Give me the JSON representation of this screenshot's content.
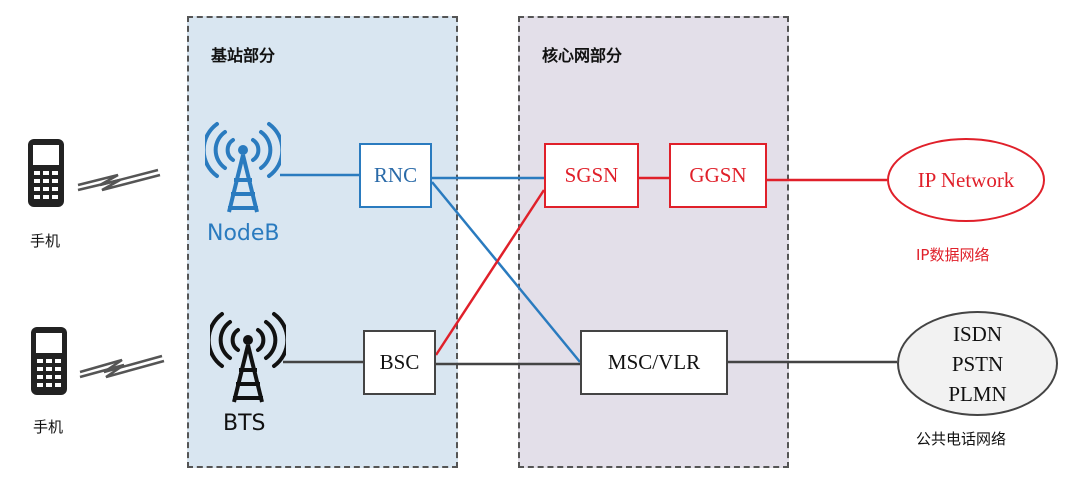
{
  "regions": {
    "base_station": {
      "title": "基站部分"
    },
    "core_network": {
      "title": "核心网部分"
    }
  },
  "devices": {
    "phone_top_label": "手机",
    "phone_bottom_label": "手机"
  },
  "stations": {
    "nodeb_label": "NodeB",
    "bts_label": "BTS"
  },
  "nodes": {
    "rnc": "RNC",
    "sgsn": "SGSN",
    "ggsn": "GGSN",
    "bsc": "BSC",
    "msc_vlr": "MSC/VLR"
  },
  "networks": {
    "ip_network": "IP Network",
    "ip_caption": "IP数据网络",
    "pstn_lines": [
      "ISDN",
      "PSTN",
      "PLMN"
    ],
    "pstn_caption": "公共电话网络"
  },
  "colors": {
    "packet_link": "#e0202a",
    "nodeb_link": "#2a7bbf",
    "circuit_link": "#444444"
  }
}
